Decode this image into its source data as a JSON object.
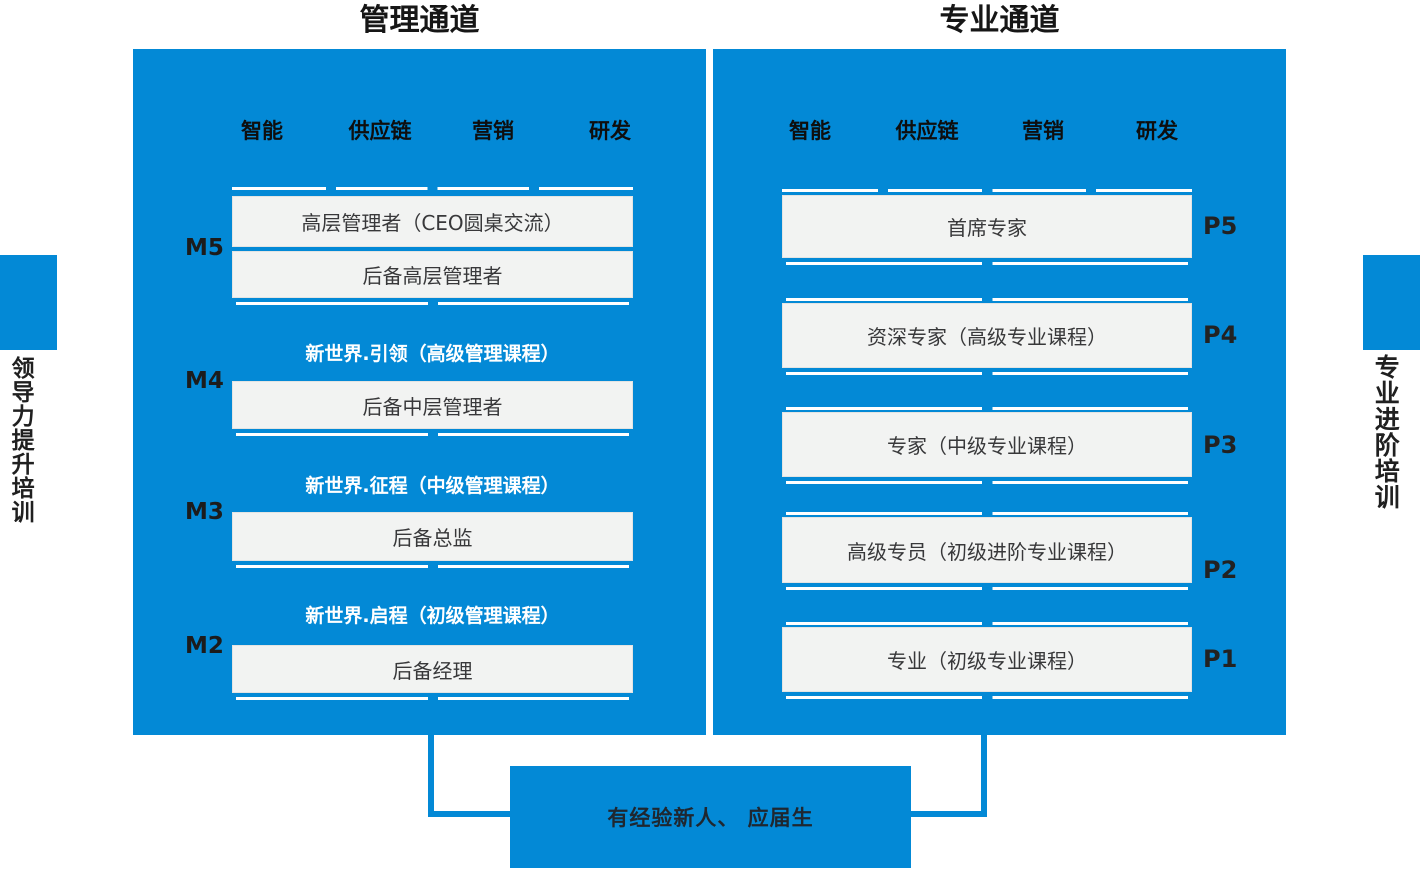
{
  "left": {
    "title": "管理通道",
    "side_label": "领导力提升培训",
    "columns": [
      "智能",
      "供应链",
      "营销",
      "研发"
    ],
    "levels": {
      "m5": {
        "label": "M5",
        "box_top": "高层管理者（CEO圆桌交流）",
        "box_bottom": "后备高层管理者"
      },
      "m4": {
        "label": "M4",
        "course": "新世界.引领（高级管理课程）",
        "box": "后备中层管理者"
      },
      "m3": {
        "label": "M3",
        "course": "新世界.征程（中级管理课程）",
        "box": "后备总监"
      },
      "m2": {
        "label": "M2",
        "course": "新世界.启程（初级管理课程）",
        "box": "后备经理"
      }
    }
  },
  "right": {
    "title": "专业通道",
    "side_label": "专业进阶培训",
    "columns": [
      "智能",
      "供应链",
      "营销",
      "研发"
    ],
    "levels": {
      "p5": {
        "label": "P5",
        "box": "首席专家"
      },
      "p4": {
        "label": "P4",
        "box": "资深专家（高级专业课程）"
      },
      "p3": {
        "label": "P3",
        "box": "专家（中级专业课程）"
      },
      "p2": {
        "label": "P2",
        "box": "高级专员（初级进阶专业课程）"
      },
      "p1": {
        "label": "P1",
        "box": "专业（初级专业课程）"
      }
    }
  },
  "bottom": {
    "entry_label": "有经验新人、 应届生"
  },
  "colors": {
    "primary_blue": "#0389d6",
    "box_background": "#f2f3f2",
    "dark_text": "#262626",
    "line_white": "#ffffff"
  }
}
